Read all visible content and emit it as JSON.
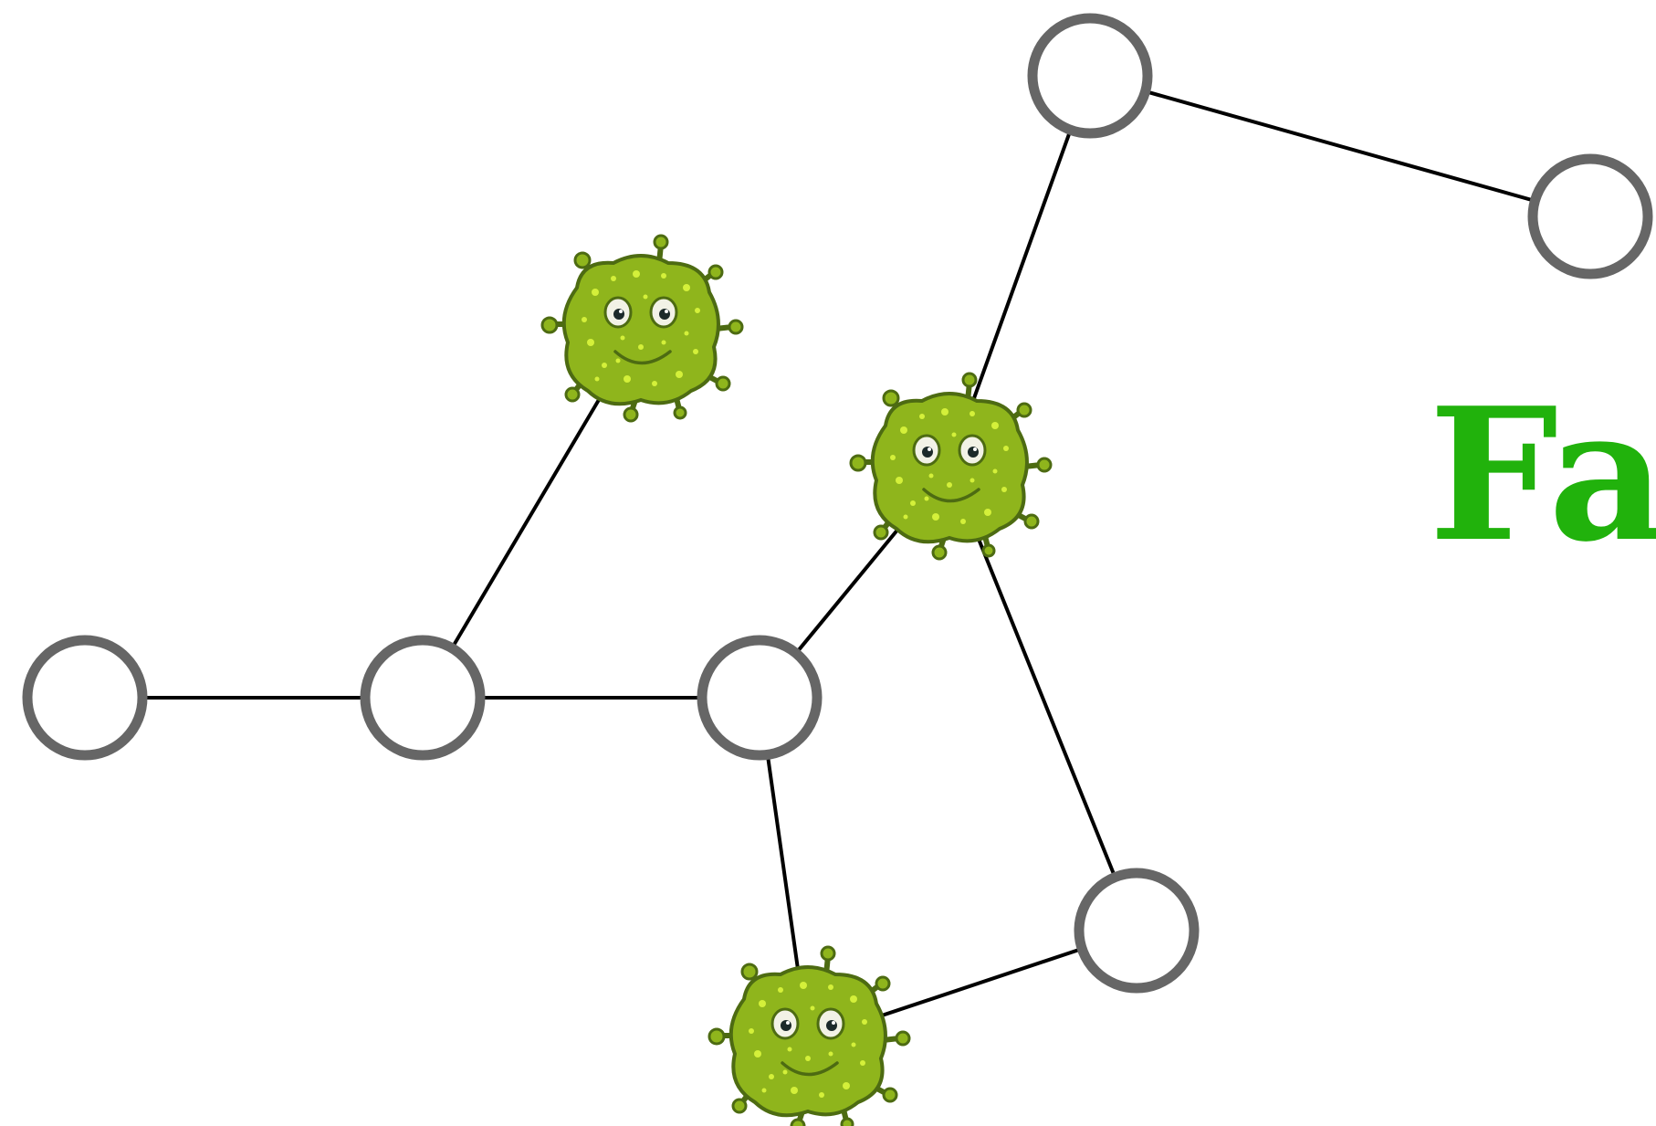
{
  "title": "Fa",
  "colors": {
    "title": "#21b20c",
    "edge": "#000000",
    "node_ring": "#666666",
    "node_fill": "#ffffff",
    "microbe_body": "#8fb51c",
    "microbe_outline": "#4d6b12",
    "microbe_spots": "#d4f03a"
  },
  "nodes": [
    {
      "id": "n1",
      "state": "empty"
    },
    {
      "id": "n2",
      "state": "empty"
    },
    {
      "id": "n3",
      "state": "empty"
    },
    {
      "id": "n4",
      "state": "empty"
    },
    {
      "id": "n5",
      "state": "empty"
    },
    {
      "id": "n6",
      "state": "empty"
    },
    {
      "id": "i1",
      "state": "infected",
      "icon": "microbe-icon"
    },
    {
      "id": "i2",
      "state": "infected",
      "icon": "microbe-icon"
    },
    {
      "id": "i3",
      "state": "infected",
      "icon": "microbe-icon"
    }
  ],
  "edges": [
    [
      "n1",
      "n2"
    ],
    [
      "n2",
      "n3"
    ],
    [
      "n2",
      "i1"
    ],
    [
      "n3",
      "i2"
    ],
    [
      "n3",
      "i3"
    ],
    [
      "i2",
      "n4"
    ],
    [
      "i2",
      "n6"
    ],
    [
      "n4",
      "n5"
    ],
    [
      "n6",
      "i3"
    ]
  ]
}
